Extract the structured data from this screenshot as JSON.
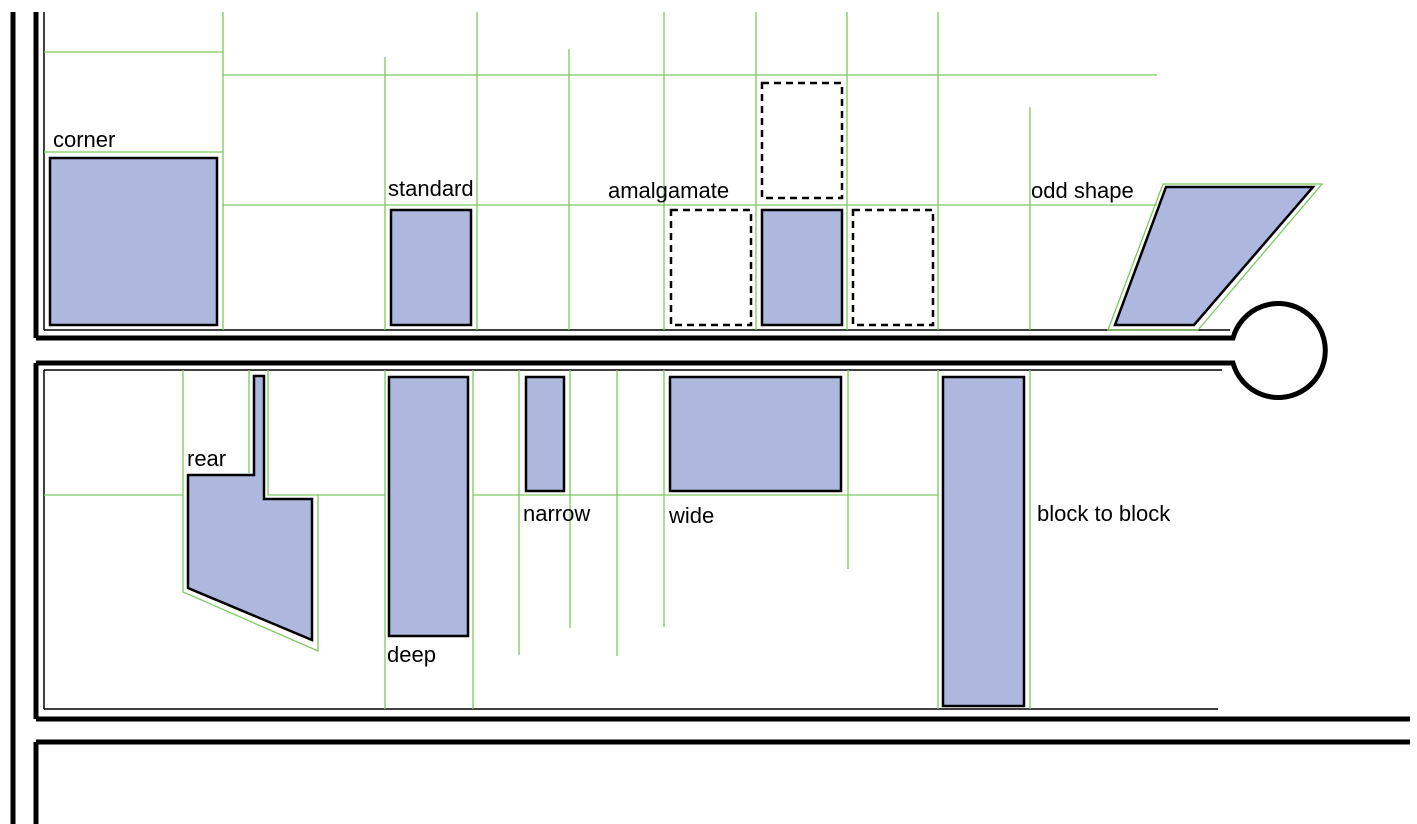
{
  "labels": {
    "corner": "corner",
    "standard": "standard",
    "amalgamate": "amalgamate",
    "odd_shape": "odd shape",
    "rear": "rear",
    "deep": "deep",
    "narrow": "narrow",
    "wide": "wide",
    "block_to_block": "block to block"
  },
  "colors": {
    "building_fill": "#aeb8de",
    "lot_line": "#7dc95e",
    "road_edge": "#000000"
  }
}
